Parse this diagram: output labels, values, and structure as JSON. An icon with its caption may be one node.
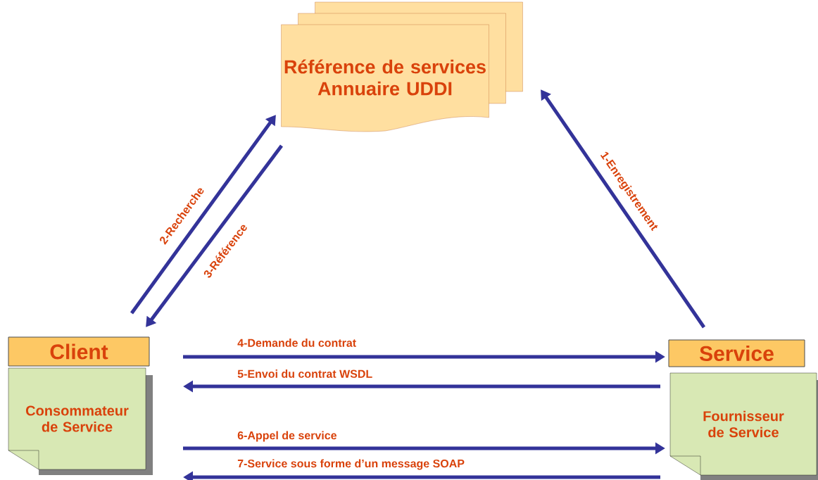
{
  "diagram": {
    "nodes": [
      {
        "text": [
          "Référence de services Annuaire UDDI"
        ]
      },
      {
        "text": [
          "Client"
        ]
      },
      {
        "text": [
          "Consommateur de Service"
        ]
      },
      {
        "text": [
          "Service"
        ]
      },
      {
        "text": [
          "Fournisseur de Service"
        ]
      }
    ],
    "edges": [
      {
        "from": 3,
        "to": 0,
        "arrow": "to",
        "label": "1-Enregistrement"
      },
      {
        "from": 1,
        "to": 0,
        "arrow": "to",
        "label": "2-Recherche"
      },
      {
        "from": 0,
        "to": 1,
        "arrow": "to",
        "label": "3-Référence"
      },
      {
        "from": 1,
        "to": 3,
        "arrow": "to",
        "label": "4-Demande du contrat"
      },
      {
        "from": 4,
        "to": 2,
        "arrow": "to",
        "label": "5-Envoi du contrat WSDL"
      },
      {
        "from": 2,
        "to": 4,
        "arrow": "to",
        "label": "6-Appel de service"
      },
      {
        "from": 4,
        "to": 2,
        "arrow": "to",
        "label": "7-Service sous forme d’un message SOAP"
      }
    ]
  }
}
